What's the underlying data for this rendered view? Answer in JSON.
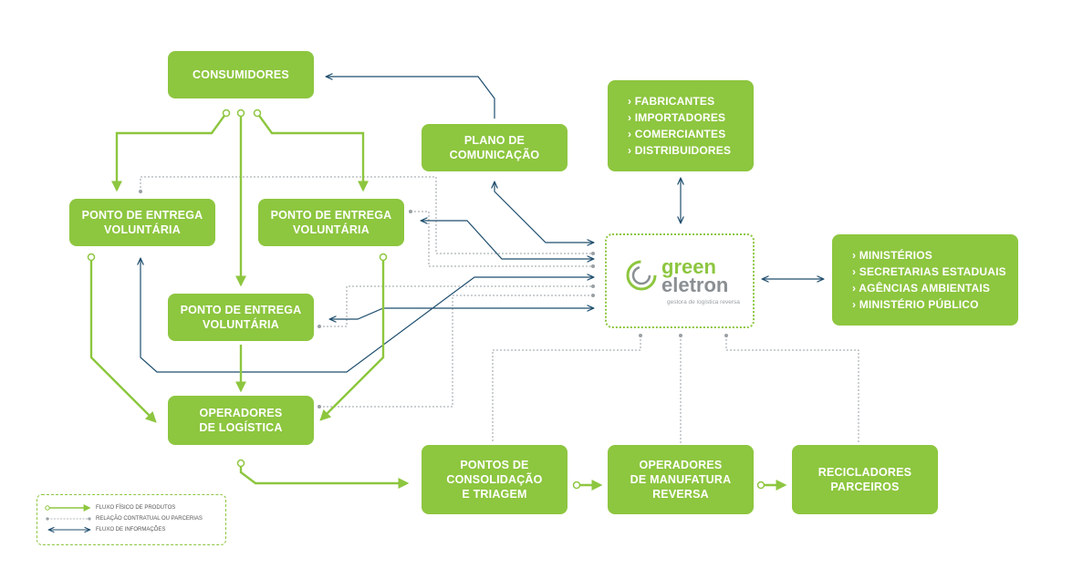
{
  "nodes": {
    "consumidores": "CONSUMIDORES",
    "plano_comunicacao": "PLANO DE\nCOMUNICAÇÃO",
    "pev_left": "PONTO DE ENTREGA\nVOLUNTÁRIA",
    "pev_right": "PONTO DE ENTREGA\nVOLUNTÁRIA",
    "pev_center": "PONTO DE ENTREGA\nVOLUNTÁRIA",
    "operadores_logistica": "OPERADORES\nDE LOGÍSTICA",
    "pontos_consolidacao": "PONTOS DE\nCONSOLIDAÇÃO\nE TRIAGEM",
    "operadores_manufatura": "OPERADORES\nDE MANUFATURA\nREVERSA",
    "recicladores": "RECICLADORES\nPARCEIROS"
  },
  "industry_list": [
    "FABRICANTES",
    "IMPORTADORES",
    "COMERCIANTES",
    "DISTRIBUIDORES"
  ],
  "government_list": [
    "MINISTÉRIOS",
    "SECRETARIAS ESTADUAIS",
    "AGÊNCIAS AMBIENTAIS",
    "MINISTÉRIO PÚBLICO"
  ],
  "logo": {
    "word1": "green",
    "word2": "eletron",
    "tagline": "gestora de logística reversa"
  },
  "legend": {
    "physical_flow": "FLUXO FÍSICO DE PRODUTOS",
    "contractual": "RELAÇÃO CONTRATUAL OU PARCERIAS",
    "information_flow": "FLUXO DE INFORMAÇÕES"
  },
  "colors": {
    "green": "#8dc63f",
    "blue": "#1f4e6e",
    "gray": "#8a8f93"
  }
}
